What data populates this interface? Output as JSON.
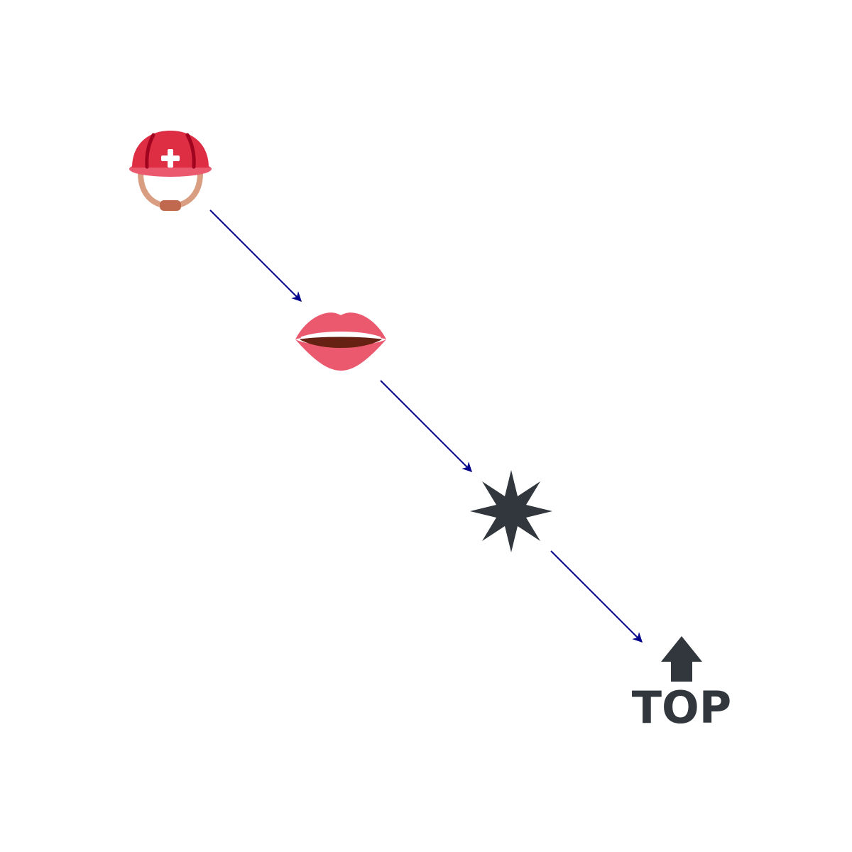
{
  "diagram": {
    "nodes": [
      {
        "id": "helmet",
        "icon": "rescue-worker-helmet-icon"
      },
      {
        "id": "mouth",
        "icon": "mouth-icon"
      },
      {
        "id": "sparkle",
        "icon": "eight-pointed-star-icon"
      },
      {
        "id": "top",
        "icon": "top-arrow-icon",
        "label": "TOP"
      }
    ],
    "edges": [
      {
        "from": "helmet",
        "to": "mouth"
      },
      {
        "from": "mouth",
        "to": "sparkle"
      },
      {
        "from": "sparkle",
        "to": "top"
      }
    ],
    "colors": {
      "arrow": "#00008b",
      "helmet_red": "#dd2e44",
      "helmet_dark": "#a0041e",
      "strap": "#d99e82",
      "buckle": "#c1694f",
      "lips": "#ea596e",
      "mouth_inner": "#662113",
      "teeth": "#ffffff",
      "icon_dark": "#31373d"
    }
  }
}
